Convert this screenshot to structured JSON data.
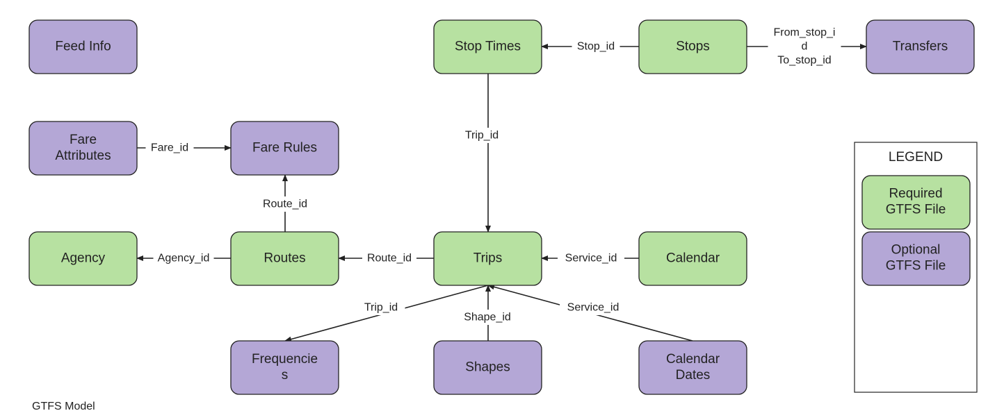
{
  "colors": {
    "required": "#b7e1a1",
    "optional": "#b4a7d6",
    "border": "#222222",
    "line": "#222222"
  },
  "nodes": [
    {
      "id": "feed-info",
      "kind": "optional",
      "lines": [
        "Feed Info"
      ]
    },
    {
      "id": "stop-times",
      "kind": "required",
      "lines": [
        "Stop Times"
      ]
    },
    {
      "id": "stops",
      "kind": "required",
      "lines": [
        "Stops"
      ]
    },
    {
      "id": "transfers",
      "kind": "optional",
      "lines": [
        "Transfers"
      ]
    },
    {
      "id": "fare-attributes",
      "kind": "optional",
      "lines": [
        "Fare",
        "Attributes"
      ]
    },
    {
      "id": "fare-rules",
      "kind": "optional",
      "lines": [
        "Fare Rules"
      ]
    },
    {
      "id": "agency",
      "kind": "required",
      "lines": [
        "Agency"
      ]
    },
    {
      "id": "routes",
      "kind": "required",
      "lines": [
        "Routes"
      ]
    },
    {
      "id": "trips",
      "kind": "required",
      "lines": [
        "Trips"
      ]
    },
    {
      "id": "calendar",
      "kind": "required",
      "lines": [
        "Calendar"
      ]
    },
    {
      "id": "frequencies",
      "kind": "optional",
      "lines": [
        "Frequencie",
        "s"
      ]
    },
    {
      "id": "shapes",
      "kind": "optional",
      "lines": [
        "Shapes"
      ]
    },
    {
      "id": "calendar-dates",
      "kind": "optional",
      "lines": [
        "Calendar",
        "Dates"
      ]
    }
  ],
  "edges": [
    {
      "id": "stops-to-stop-times",
      "from": "stops",
      "to": "stop-times",
      "label": [
        "Stop_id"
      ]
    },
    {
      "id": "stops-to-transfers",
      "from": "stops",
      "to": "transfers",
      "label": [
        "From_stop_i",
        "d",
        "To_stop_id"
      ]
    },
    {
      "id": "stop-times-to-trips",
      "from": "stop-times",
      "to": "trips",
      "label": [
        "Trip_id"
      ]
    },
    {
      "id": "fare-attributes-to-fare-rules",
      "from": "fare-attributes",
      "to": "fare-rules",
      "label": [
        "Fare_id"
      ]
    },
    {
      "id": "routes-to-fare-rules",
      "from": "routes",
      "to": "fare-rules",
      "label": [
        "Route_id"
      ]
    },
    {
      "id": "routes-to-agency",
      "from": "routes",
      "to": "agency",
      "label": [
        "Agency_id"
      ]
    },
    {
      "id": "trips-to-routes",
      "from": "trips",
      "to": "routes",
      "label": [
        "Route_id"
      ]
    },
    {
      "id": "calendar-to-trips",
      "from": "calendar",
      "to": "trips",
      "label": [
        "Service_id"
      ]
    },
    {
      "id": "trips-to-frequencies",
      "from": "trips",
      "to": "frequencies",
      "label": [
        "Trip_id"
      ]
    },
    {
      "id": "shapes-to-trips",
      "from": "shapes",
      "to": "trips",
      "label": [
        "Shape_id"
      ]
    },
    {
      "id": "calendar-dates-to-trips",
      "from": "calendar-dates",
      "to": "trips",
      "label": [
        "Service_id"
      ]
    }
  ],
  "legend": {
    "title": "LEGEND",
    "items": [
      {
        "kind": "required",
        "lines": [
          "Required",
          "GTFS File"
        ]
      },
      {
        "kind": "optional",
        "lines": [
          "Optional",
          "GTFS File"
        ]
      }
    ]
  },
  "caption": "GTFS Model"
}
